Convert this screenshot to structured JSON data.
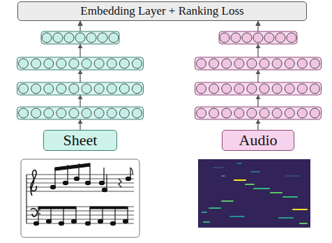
{
  "diagram": {
    "nodes": [
      {
        "text": [
          "Embedding Layer + Ranking Loss"
        ]
      },
      {
        "text": [
          "Sheet"
        ]
      },
      {
        "text": [
          "Audio"
        ]
      }
    ],
    "edges": [
      {
        "from": 1,
        "to": 0,
        "arrow": "to"
      },
      {
        "from": 2,
        "to": 0,
        "arrow": "to"
      }
    ]
  }
}
